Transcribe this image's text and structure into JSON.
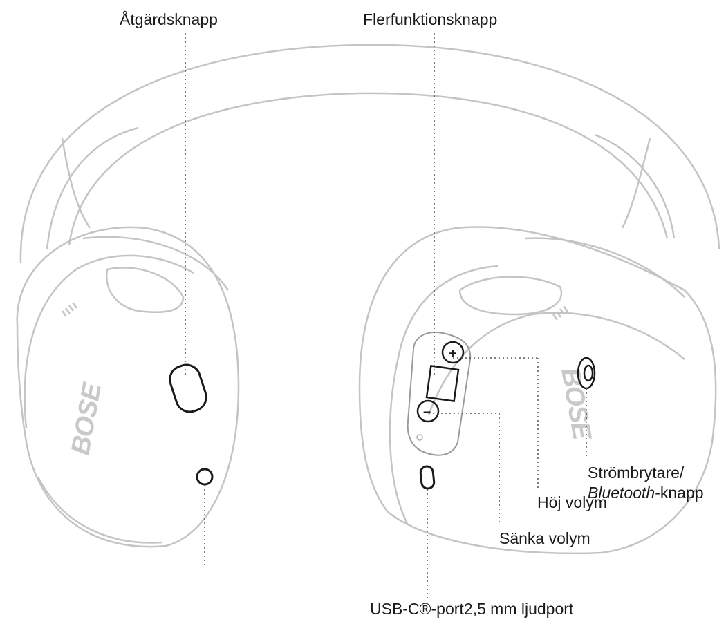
{
  "callouts": {
    "action_button": "Åtgärdsknapp",
    "multifunction_button": "Flerfunktionsknapp",
    "power_bluetooth_line1": "Strömbrytare/",
    "power_bluetooth_italic": "Bluetooth",
    "power_bluetooth_suffix": "-knapp",
    "volume_up": "Höj volym",
    "volume_down": "Sänka volym",
    "usb_port": "USB-C®-port",
    "audio_port": "2,5 mm ljudport"
  },
  "controls": {
    "plus_symbol": "+",
    "minus_symbol": "–"
  },
  "brand": {
    "left_logo": "BOSE",
    "right_logo": "BOSE"
  },
  "colors": {
    "outline": "#bdbdbd",
    "callout_line": "#555555",
    "control_outline": "#1a1a1a"
  }
}
